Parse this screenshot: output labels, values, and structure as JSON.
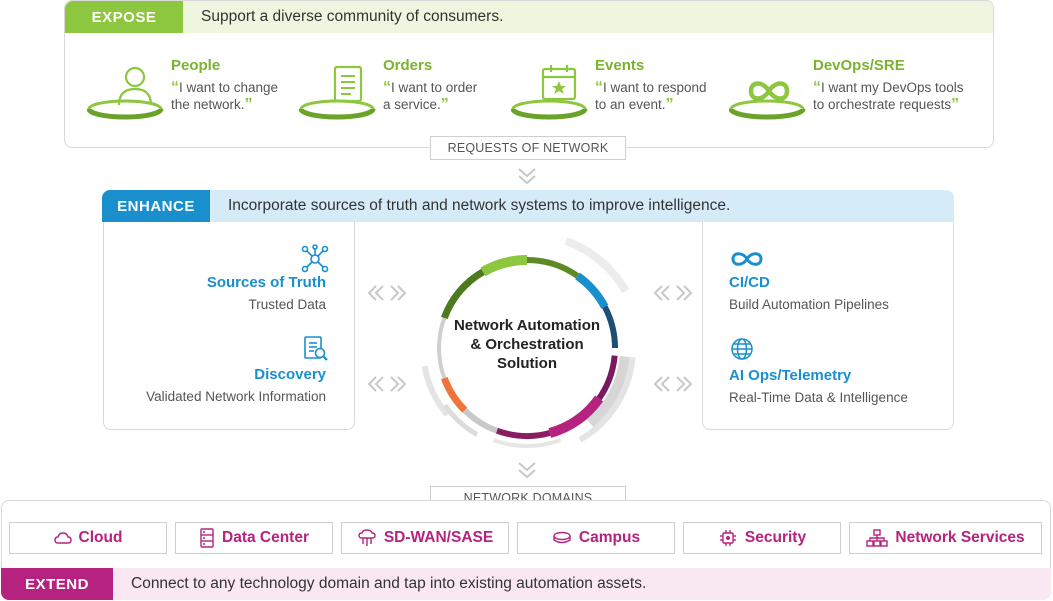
{
  "expose": {
    "tag": "EXPOSE",
    "text": "Support a diverse community of consumers.",
    "items": [
      {
        "title": "People",
        "line1": "I want to change",
        "line2": "the network.",
        "icon": "person-icon"
      },
      {
        "title": "Orders",
        "line1": "I want to order",
        "line2": "a service.",
        "icon": "order-form-icon"
      },
      {
        "title": "Events",
        "line1": "I want to respond",
        "line2": "to an event.",
        "icon": "calendar-icon"
      },
      {
        "title": "DevOps/SRE",
        "line1": "I want my DevOps tools",
        "line2": "to orchestrate requests",
        "icon": "infinity-icon"
      }
    ],
    "open_quote": "“",
    "close_quote": "”"
  },
  "requests_label": "REQUESTS OF NETWORK",
  "enhance": {
    "tag": "ENHANCE",
    "text": "Incorporate sources of truth and network systems to improve intelligence.",
    "left": [
      {
        "title": "Sources of Truth",
        "sub": "Trusted Data",
        "icon": "network-nodes-icon"
      },
      {
        "title": "Discovery",
        "sub": "Validated Network Information",
        "icon": "document-search-icon"
      }
    ],
    "right": [
      {
        "title": "CI/CD",
        "sub": "Build Automation Pipelines",
        "icon": "infinity-icon"
      },
      {
        "title": "AI Ops/Telemetry",
        "sub": "Real-Time Data & Intelligence",
        "icon": "globe-icon"
      }
    ],
    "center": [
      "Network Automation",
      "& Orchestration",
      "Solution"
    ]
  },
  "domains_label": "NETWORK DOMAINS",
  "extend": {
    "tag": "EXTEND",
    "text": "Connect to any technology domain and tap into existing automation assets.",
    "domains": [
      {
        "label": "Cloud",
        "icon": "cloud-icon"
      },
      {
        "label": "Data Center",
        "icon": "server-icon"
      },
      {
        "label": "SD-WAN/SASE",
        "icon": "cloud-network-icon"
      },
      {
        "label": "Campus",
        "icon": "router-icon"
      },
      {
        "label": "Security",
        "icon": "security-chip-icon"
      },
      {
        "label": "Network Services",
        "icon": "hierarchy-icon"
      }
    ]
  },
  "colors": {
    "expose": "#8dc63f",
    "enhance": "#1a8fce",
    "extend": "#b5227f",
    "ring_orange": "#f0743a",
    "ring_purple": "#7a1a5e"
  }
}
